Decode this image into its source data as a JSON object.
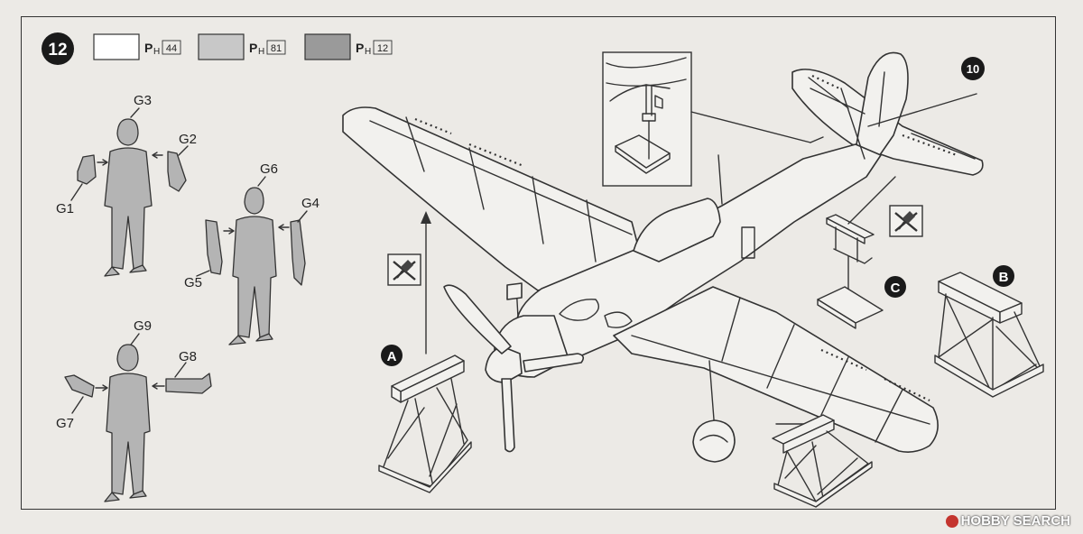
{
  "step": {
    "number": "12"
  },
  "paint_legend": [
    {
      "code_prefix": "H",
      "code_number": "44",
      "swatch": "#ffffff"
    },
    {
      "code_prefix": "H",
      "code_number": "81",
      "swatch": "#c8c8c8"
    },
    {
      "code_prefix": "H",
      "code_number": "12",
      "swatch": "#9a9a9a"
    }
  ],
  "paint_prefix_letter": "P",
  "figures": {
    "fig1": {
      "head": "G3",
      "left_arm": "G1",
      "right_arm": "G2"
    },
    "fig2": {
      "head": "G6",
      "left_arm": "G5",
      "right_arm": "G4"
    },
    "fig3": {
      "head": "G9",
      "left_arm": "G7",
      "right_arm": "G8"
    }
  },
  "callouts": {
    "part_ten": "10",
    "stand_a": "A",
    "stand_b": "B",
    "stand_c": "C"
  },
  "icons": [
    "hammer-cross-icon",
    "hammer-cross-icon"
  ],
  "watermark": {
    "text": "HOBBY SEARCH",
    "mark_color": "#c4352f"
  },
  "colors": {
    "figure_fill": "#b4b4b4",
    "background": "#eceae6",
    "ink": "#333333"
  }
}
